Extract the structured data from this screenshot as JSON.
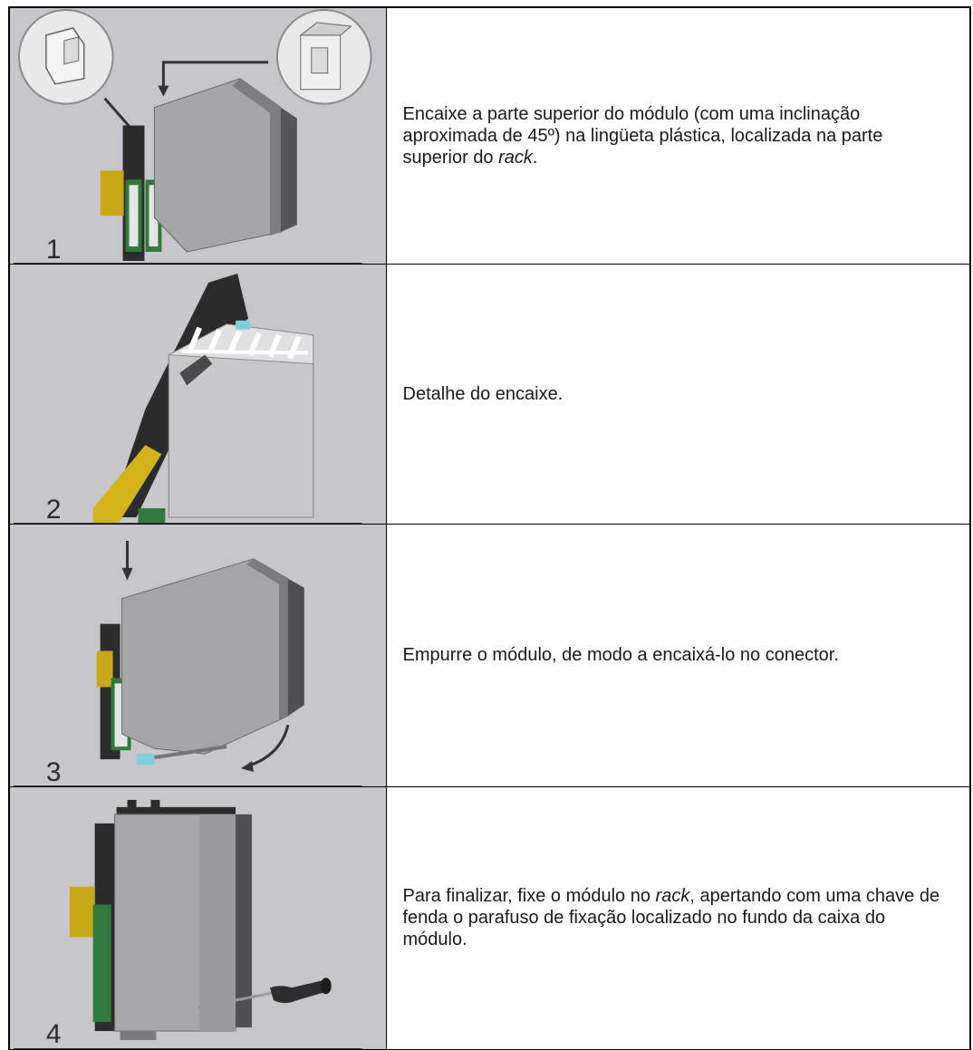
{
  "steps": [
    {
      "number": "1",
      "text_parts": [
        "Encaixe a parte superior do módulo (com uma inclinação aproximada de 45º) na lingüeta plástica, localizada na parte superior do ",
        "rack",
        "."
      ]
    },
    {
      "number": "2",
      "text_parts": [
        "Detalhe do encaixe."
      ]
    },
    {
      "number": "3",
      "text_parts": [
        "Empurre o módulo, de modo a encaixá-lo no conector."
      ]
    },
    {
      "number": "4",
      "text_parts": [
        "Para finalizar, fixe o módulo no ",
        "rack",
        ", apertando com uma chave de fenda o parafuso de fixação localizado no fundo da caixa do módulo."
      ]
    }
  ]
}
